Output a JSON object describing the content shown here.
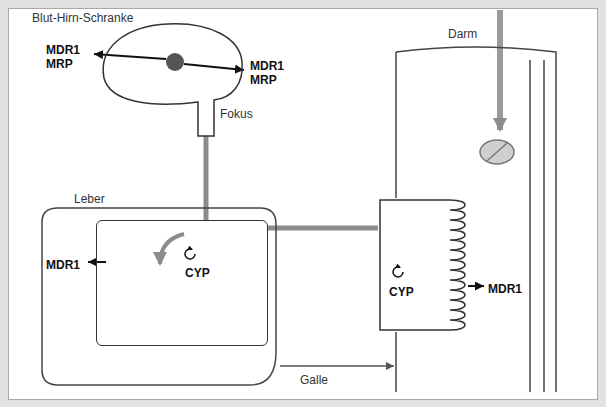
{
  "diagram": {
    "nodes": [
      {
        "text": [
          "Blut-Hirn-Schranke",
          "Fokus"
        ]
      },
      {
        "text": [
          "Leber"
        ]
      },
      {
        "text": [
          "CYP"
        ],
        "in": 1
      },
      {
        "text": [
          "Darm"
        ]
      },
      {
        "text": [
          "CYP"
        ],
        "in": 3
      }
    ],
    "edges": [
      {
        "from": 4,
        "to": 2,
        "arrow": "none"
      },
      {
        "from": 2,
        "to": 0,
        "arrow": "none"
      },
      {
        "from": 1,
        "to": 3,
        "label": "Galle",
        "arrow": "to"
      }
    ],
    "labels": [
      "MDR1 MRP",
      "MDR1 MRP",
      "MDR1",
      "MDR1"
    ]
  }
}
